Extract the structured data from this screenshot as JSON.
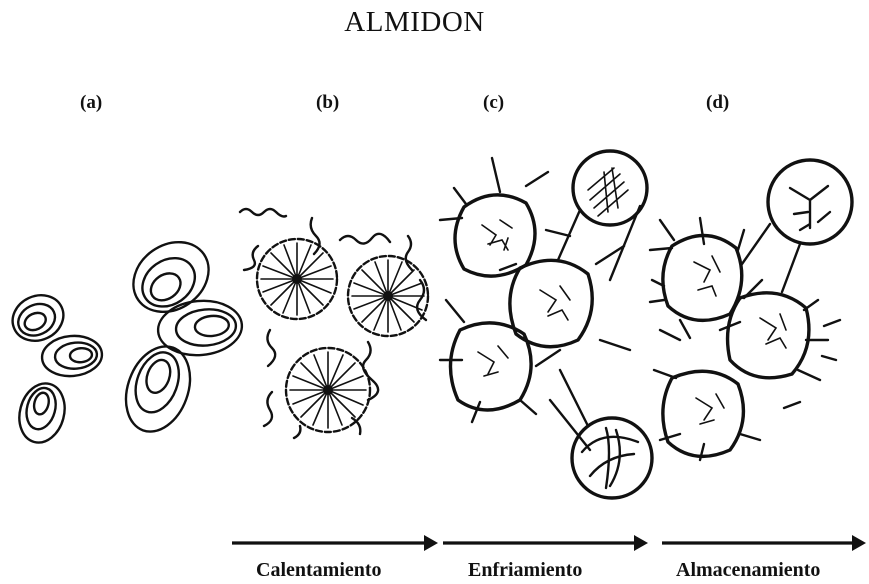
{
  "title": "ALMIDON",
  "panels": [
    {
      "label": "(a)"
    },
    {
      "label": "(b)"
    },
    {
      "label": "(c)"
    },
    {
      "label": "(d)"
    }
  ],
  "steps": [
    {
      "label": "Calentamiento"
    },
    {
      "label": "Enfriamiento"
    },
    {
      "label": "Almacenamiento"
    }
  ]
}
